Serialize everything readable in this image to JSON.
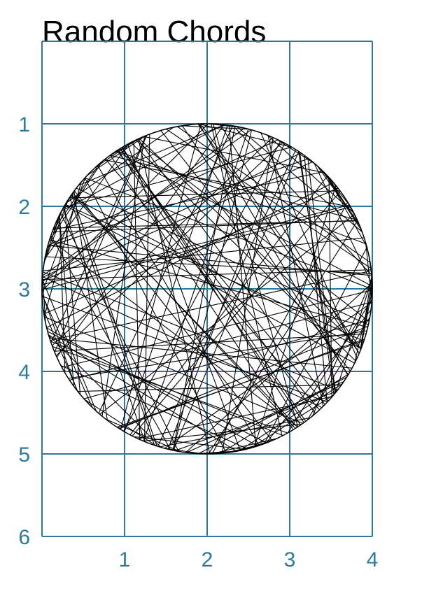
{
  "chart_data": {
    "type": "line",
    "title": "Random Chords",
    "xlabel": "",
    "ylabel": "",
    "xlim": [
      0,
      4
    ],
    "ylim": [
      0,
      6
    ],
    "y_inverted": true,
    "grid": true,
    "x_ticks": [
      "1",
      "2",
      "3",
      "4"
    ],
    "y_ticks": [
      "1",
      "2",
      "3",
      "4",
      "5",
      "6"
    ],
    "circle": {
      "cx": 2,
      "cy": 3,
      "r": 2
    },
    "chord_count": 200,
    "series": [
      {
        "chords_angle_pairs_deg": "pseudo-random endpoints on circle, deterministic seed 7"
      }
    ],
    "colors": {
      "grid": "#2b7ba1",
      "ticks": "#2b7ba1",
      "lines": "#000000",
      "title": "#000000"
    }
  }
}
